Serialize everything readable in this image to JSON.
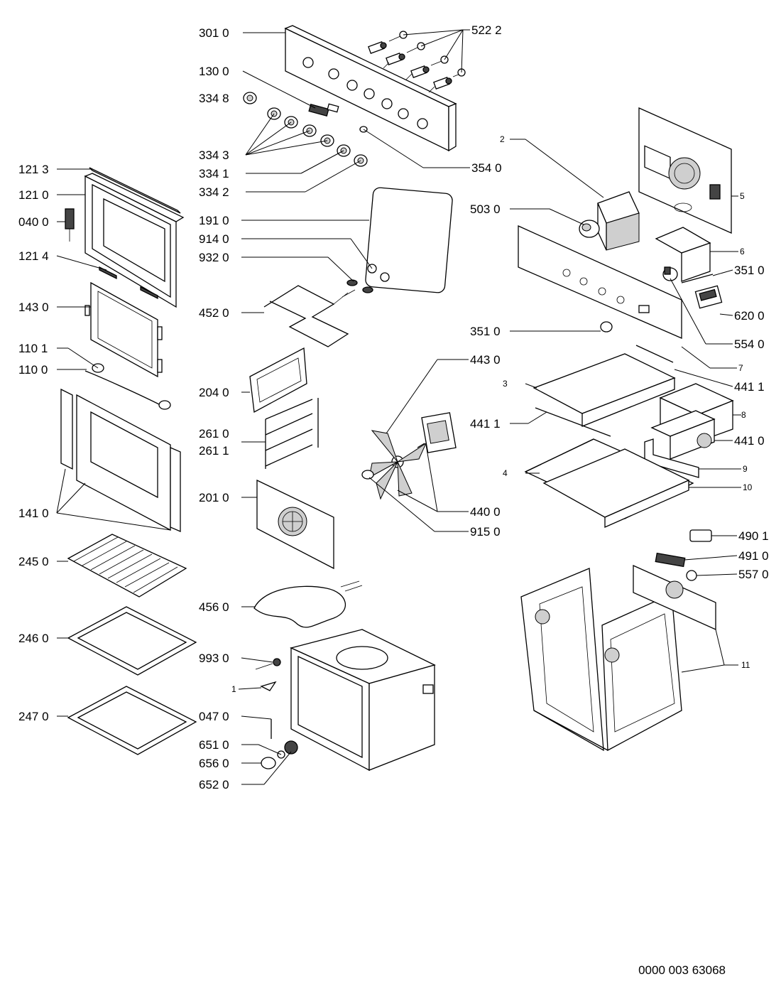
{
  "labels": {
    "l3010": "301 0",
    "l5222": "522 2",
    "l1300": "130 0",
    "l3348": "334 8",
    "l3343": "334 3",
    "l3341": "334 1",
    "l3342": "334 2",
    "l3540": "354 0",
    "l1213": "121 3",
    "l1210": "121 0",
    "l0400": "040 0",
    "l1214": "121 4",
    "l1430": "143 0",
    "l1101": "110 1",
    "l1100": "110 0",
    "l1410": "141 0",
    "l2450": "245 0",
    "l2460": "246 0",
    "l2470": "247 0",
    "l1910": "191 0",
    "l9140": "914 0",
    "l9320": "932 0",
    "l4520": "452 0",
    "l2040": "204 0",
    "l2610": "261 0",
    "l2611": "261 1",
    "l2010": "201 0",
    "l4560": "456 0",
    "l9930": "993 0",
    "l1": "1",
    "l0470": "047 0",
    "l6510": "651 0",
    "l6560": "656 0",
    "l6520": "652 0",
    "l2": "2",
    "l5030": "503 0",
    "l5": "5",
    "l6": "6",
    "l3510a": "351 0",
    "l6200": "620 0",
    "l3510b": "351 0",
    "l5540": "554 0",
    "l7": "7",
    "l4430": "443 0",
    "l3": "3",
    "l4411a": "441 1",
    "l4411b": "441 1",
    "l8": "8",
    "l4410": "441 0",
    "l4": "4",
    "l9": "9",
    "l10": "10",
    "l4400": "440 0",
    "l9150": "915 0",
    "l4901": "490 1",
    "l4910": "491 0",
    "l5570": "557 0",
    "l11": "11"
  },
  "document_number": "0000 003 63068"
}
